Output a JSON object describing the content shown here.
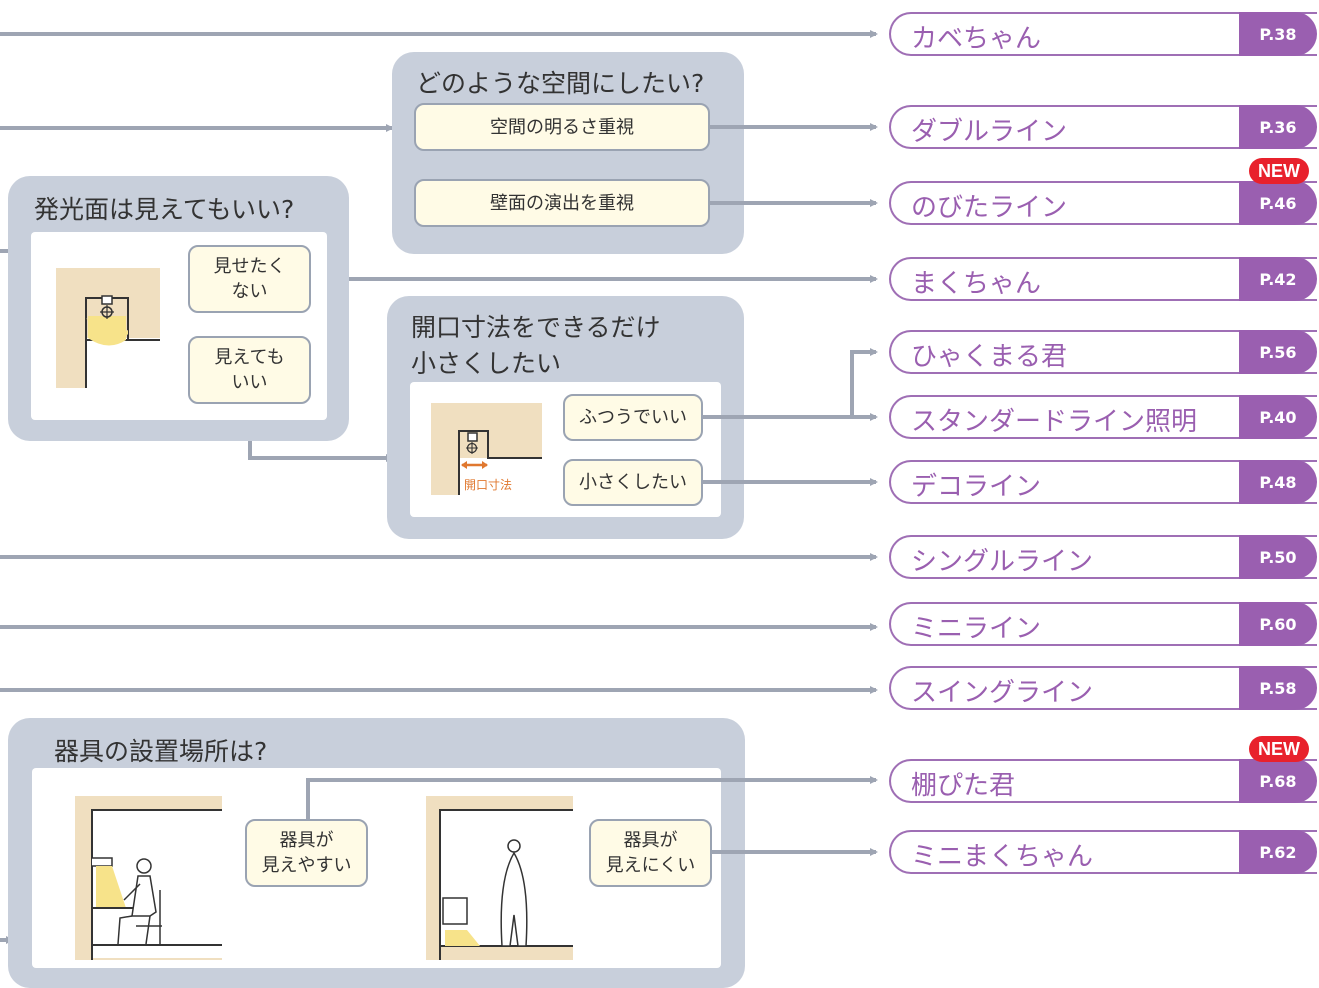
{
  "panels": {
    "space": {
      "title": "どのような空間にしたい?",
      "options": [
        "空間の明るさ重視",
        "壁面の演出を重視"
      ]
    },
    "emission": {
      "title": "発光面は見えてもいい?",
      "options": [
        [
          "見せたく",
          "ない"
        ],
        [
          "見えても",
          "いい"
        ]
      ]
    },
    "opening": {
      "title_line1": "開口寸法をできるだけ",
      "title_line2": "小さくしたい",
      "options": [
        "ふつうでいい",
        "小さくしたい"
      ],
      "dimension_label": "開口寸法"
    },
    "location": {
      "title": "器具の設置場所は?",
      "options": [
        [
          "器具が",
          "見えやすい"
        ],
        [
          "器具が",
          "見えにくい"
        ]
      ]
    }
  },
  "products": [
    {
      "name": "カベちゃん",
      "page": "P.38",
      "is_new": false
    },
    {
      "name": "ダブルライン",
      "page": "P.36",
      "is_new": false
    },
    {
      "name": "のびたライン",
      "page": "P.46",
      "is_new": true
    },
    {
      "name": "まくちゃん",
      "page": "P.42",
      "is_new": false
    },
    {
      "name": "ひゃくまる君",
      "page": "P.56",
      "is_new": false
    },
    {
      "name": "スタンダードライン照明",
      "page": "P.40",
      "is_new": false
    },
    {
      "name": "デコライン",
      "page": "P.48",
      "is_new": false
    },
    {
      "name": "シングルライン",
      "page": "P.50",
      "is_new": false
    },
    {
      "name": "ミニライン",
      "page": "P.60",
      "is_new": false
    },
    {
      "name": "スイングライン",
      "page": "P.58",
      "is_new": false
    },
    {
      "name": "棚ぴた君",
      "page": "P.68",
      "is_new": true
    },
    {
      "name": "ミニまくちゃん",
      "page": "P.62",
      "is_new": false
    }
  ],
  "new_badge": "NEW",
  "colors": {
    "panel": "#c8cfdb",
    "option_fill": "#fffbe6",
    "accent_purple": "#9a5fb0",
    "new_red": "#e8212c",
    "connector": "#9ea5b3",
    "wood": "#f0dfc0",
    "light": "#f7e38a",
    "dimension": "#e0782f"
  }
}
